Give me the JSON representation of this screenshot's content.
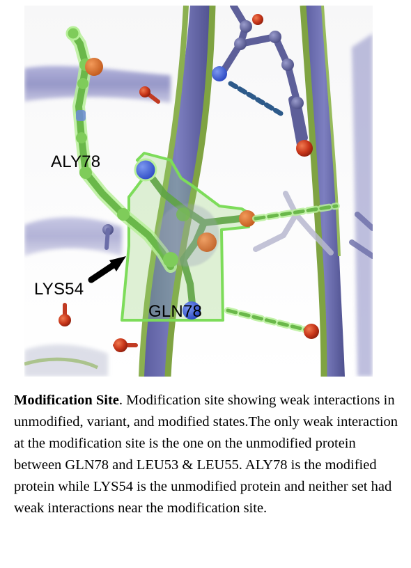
{
  "figure": {
    "labels": {
      "aly78": "ALY78",
      "lys54": "LYS54",
      "gln78": "GLN78"
    }
  },
  "caption": {
    "title": "Modification Site",
    "body": ". Modification site showing weak interactions in unmodified, variant, and modified states.The only weak interaction at the modification site is the one on the unmodified protein between GLN78 and LEU53 & LEU55. ALY78 is the modified protein while LYS54 is the unmodified protein and neither set had weak interactions near the modification site."
  },
  "colors": {
    "ribbon_purple": "#6e6fb0",
    "ribbon_green": "#8bb050",
    "highlight_green": "#7ddc5a",
    "oxygen_red": "#d03a1c",
    "nitrogen_blue": "#3556d8",
    "hbond_blue": "#2d5a8a"
  }
}
